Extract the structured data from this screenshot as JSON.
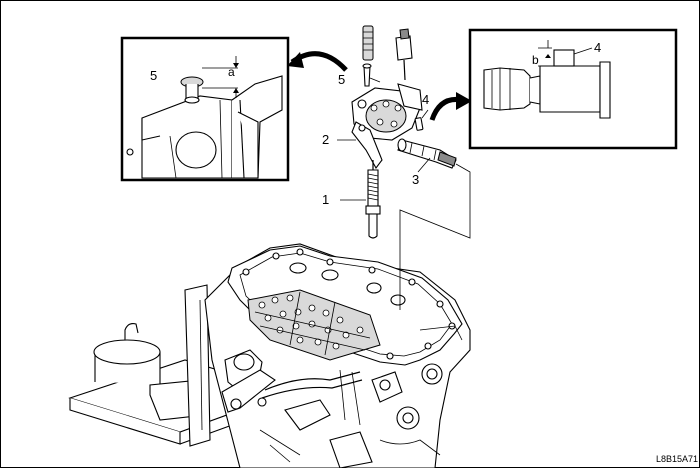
{
  "callouts": {
    "c1": "1",
    "c2": "2",
    "c3": "3",
    "c4": "4",
    "c5": "5",
    "inset_left_5": "5",
    "inset_left_a": "a",
    "inset_right_4": "4",
    "inset_right_b": "b"
  },
  "figure_code": "L8B15A71"
}
